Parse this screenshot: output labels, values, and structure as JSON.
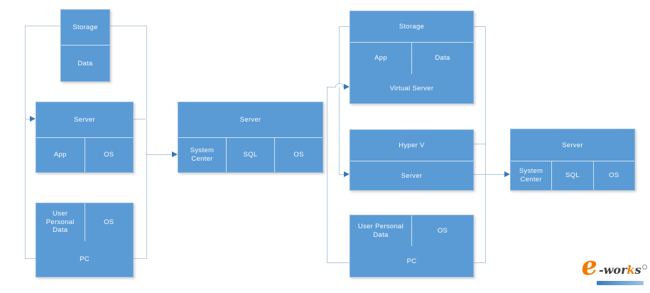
{
  "colors": {
    "box_fill": "#5b9bd5",
    "box_border": "#8ab4de",
    "divider": "rgba(255,255,255,0.7)",
    "connector_line": "#b0c7dd",
    "arrow_head": "#3a76b5",
    "logo_orange": "#ef7d00",
    "logo_dark": "#3d3d3d"
  },
  "diagram": {
    "left_storage": {
      "storage": "Storage",
      "data": "Data"
    },
    "left_server": {
      "title": "Server",
      "cell1": "App",
      "cell2": "OS"
    },
    "left_pc": {
      "cell1": "User Personal Data",
      "cell2": "OS",
      "footer": "PC"
    },
    "mid_server": {
      "title": "Server",
      "cell1": "System Center",
      "cell2": "SQL",
      "cell3": "OS"
    },
    "right_storage": {
      "title": "Storage",
      "cell1": "App",
      "cell2": "Data",
      "footer": "Virtual Server"
    },
    "hyperv": {
      "row1": "Hyper V",
      "row2": "Server"
    },
    "right_pc": {
      "cell1": "User Personal Data",
      "cell2": "OS",
      "footer": "PC"
    },
    "far_server": {
      "title": "Server",
      "cell1": "System Center",
      "cell2": "SQL",
      "cell3": "OS"
    }
  },
  "logo": {
    "e": "e",
    "part1": "-wor",
    "k": "k",
    "part2": "s"
  }
}
